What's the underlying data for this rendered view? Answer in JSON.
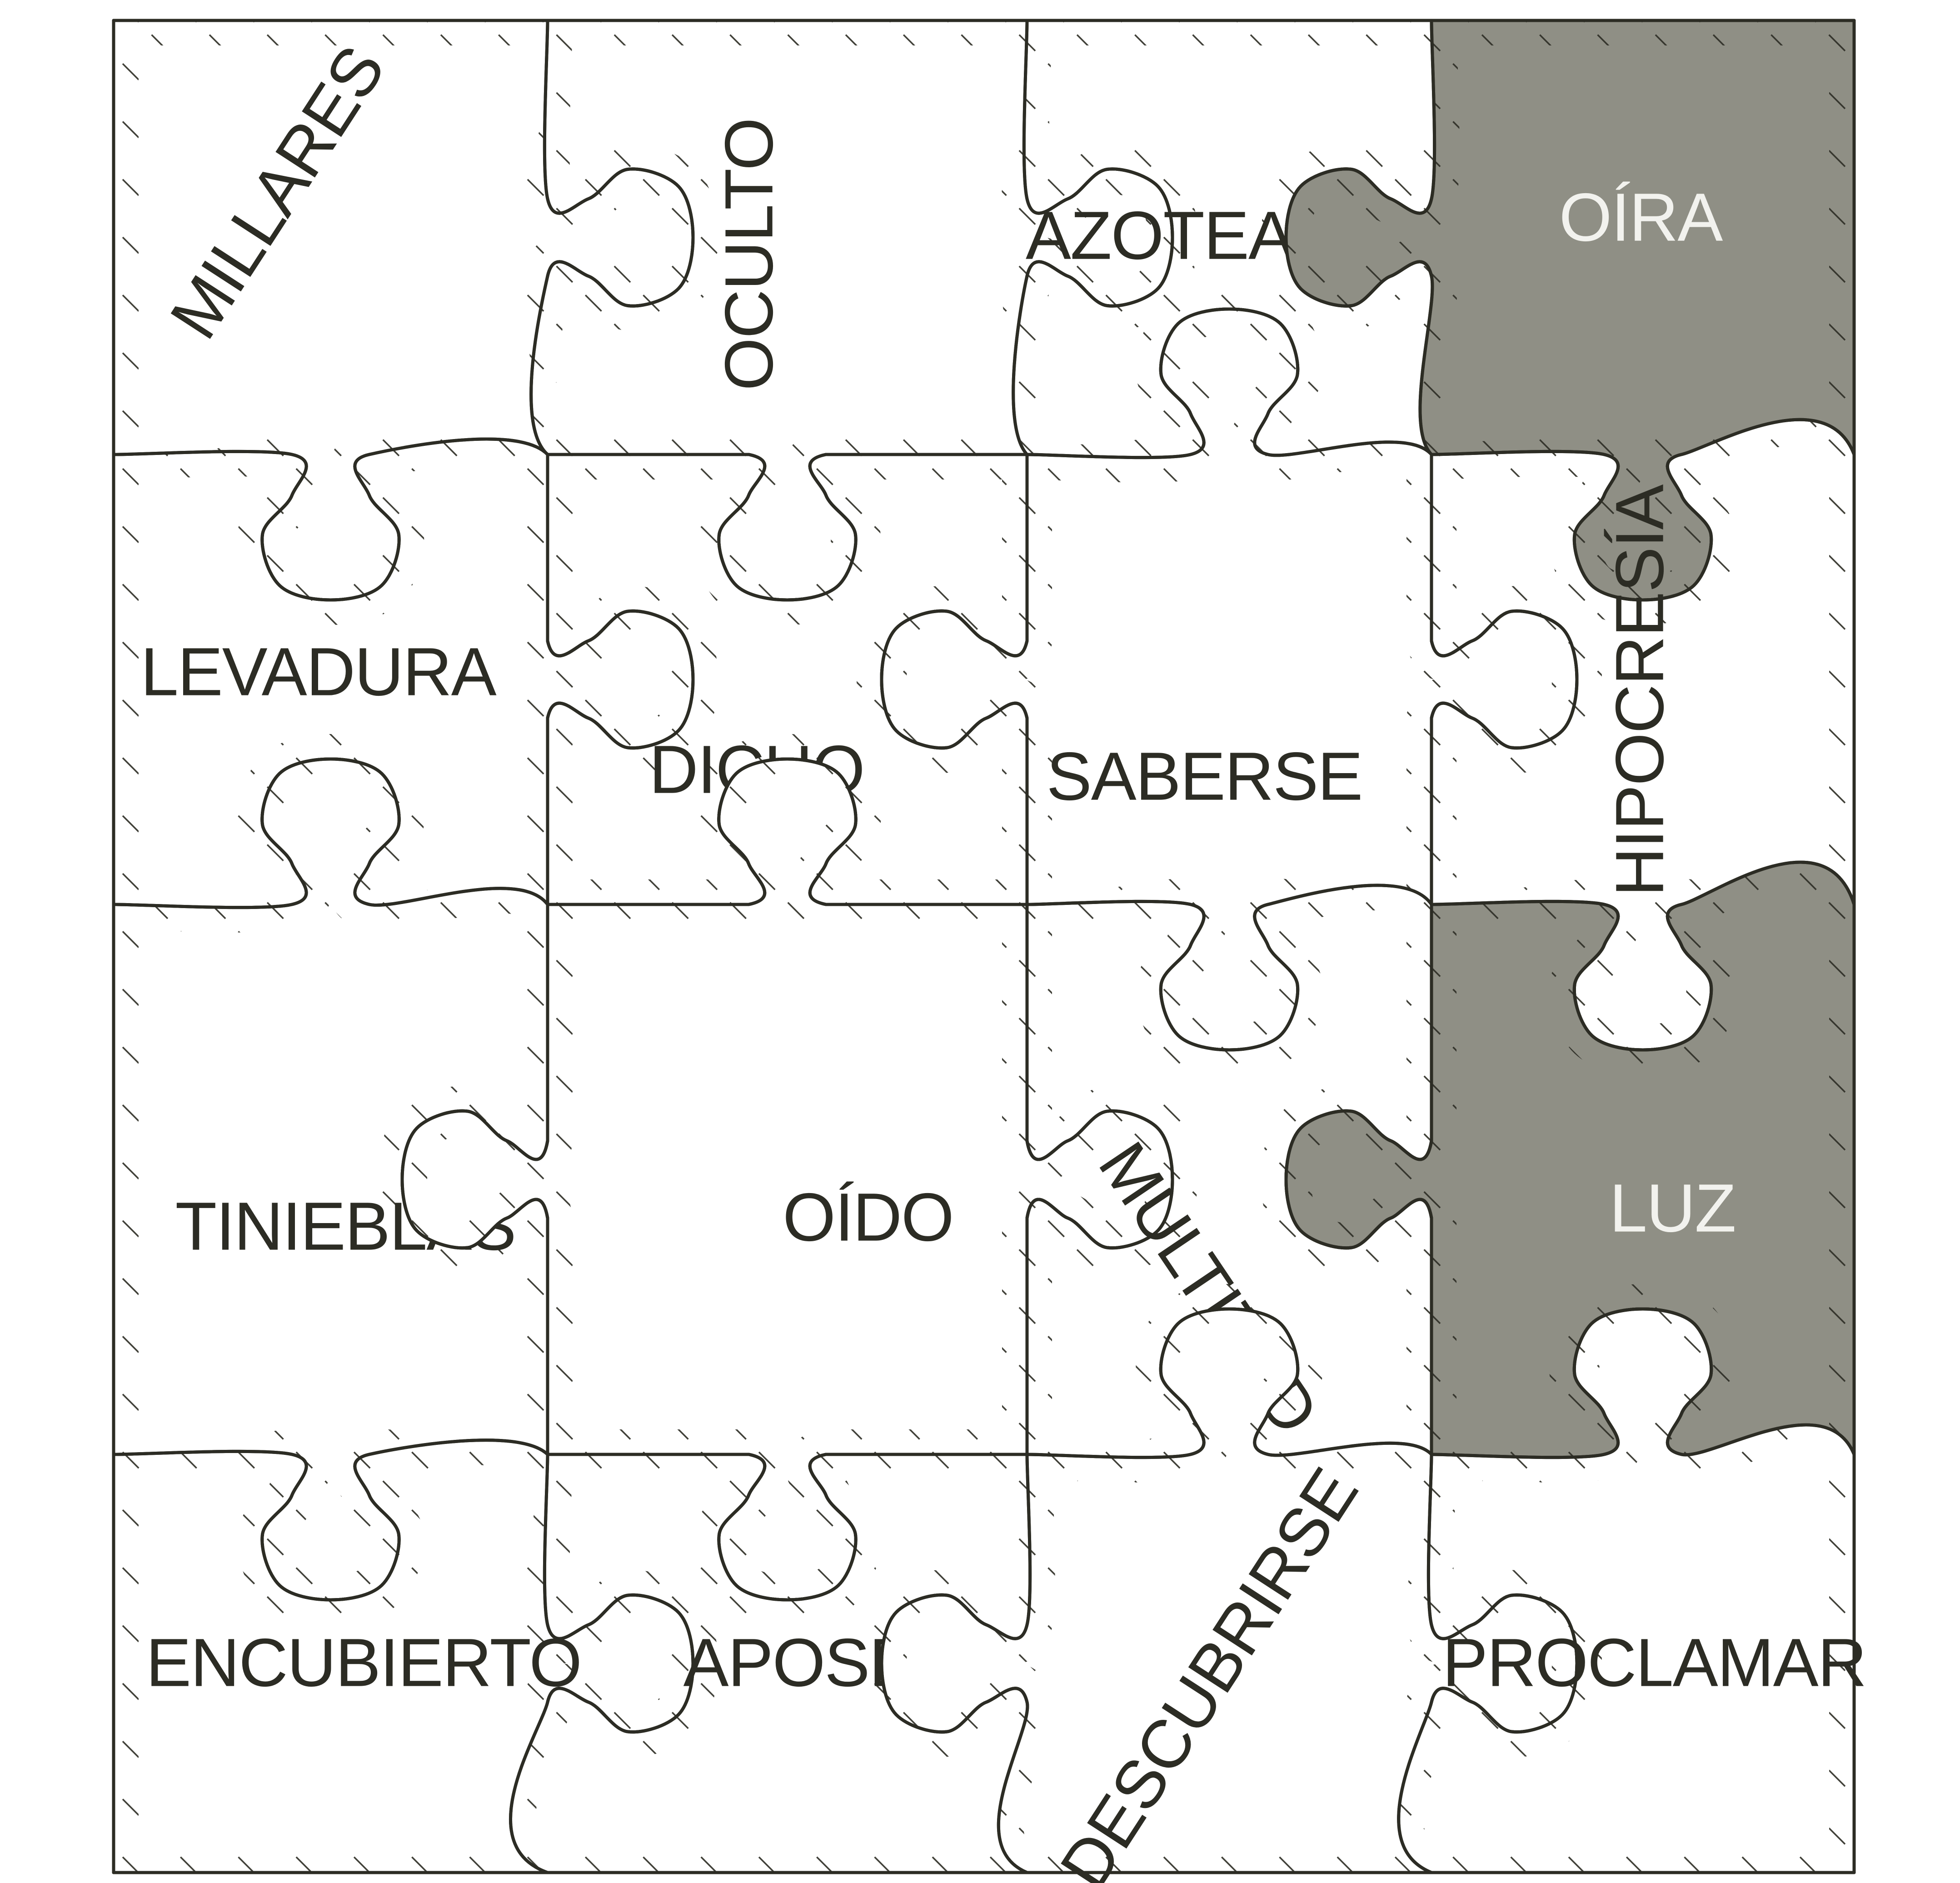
{
  "colors": {
    "outline": "#2c2c24",
    "light_piece": "#ffffff",
    "dark_piece": "#8f8f85",
    "text_on_light": "#2c2c24",
    "text_on_dark": "#f2f2ee"
  },
  "pieces": [
    {
      "id": "millares",
      "word": "MILLARES",
      "shaded": false
    },
    {
      "id": "oculto",
      "word": "OCULTO",
      "shaded": false
    },
    {
      "id": "azoteas",
      "word": "AZOTEAS",
      "shaded": false
    },
    {
      "id": "oira",
      "word": "OÍRA",
      "shaded": true
    },
    {
      "id": "levadura",
      "word": "LEVADURA",
      "shaded": false
    },
    {
      "id": "dicho",
      "word": "DICHO",
      "shaded": false
    },
    {
      "id": "saberse",
      "word": "SABERSE",
      "shaded": false
    },
    {
      "id": "hipocresia",
      "word": "HIPOCRESÍA",
      "shaded": false
    },
    {
      "id": "tinieblas",
      "word": "TINIEBLAS",
      "shaded": false
    },
    {
      "id": "oido",
      "word": "OÍDO",
      "shaded": false
    },
    {
      "id": "multitud",
      "word": "MULTITUD",
      "shaded": false
    },
    {
      "id": "luz",
      "word": "LUZ",
      "shaded": true
    },
    {
      "id": "encubierto",
      "word": "ENCUBIERTO",
      "shaded": false
    },
    {
      "id": "aposentos",
      "word": "APOSENTOS",
      "shaded": false
    },
    {
      "id": "descubrirse",
      "word": "DESCUBRIRSE",
      "shaded": false
    },
    {
      "id": "proclamar",
      "word": "PROCLAMAR",
      "shaded": false
    }
  ]
}
